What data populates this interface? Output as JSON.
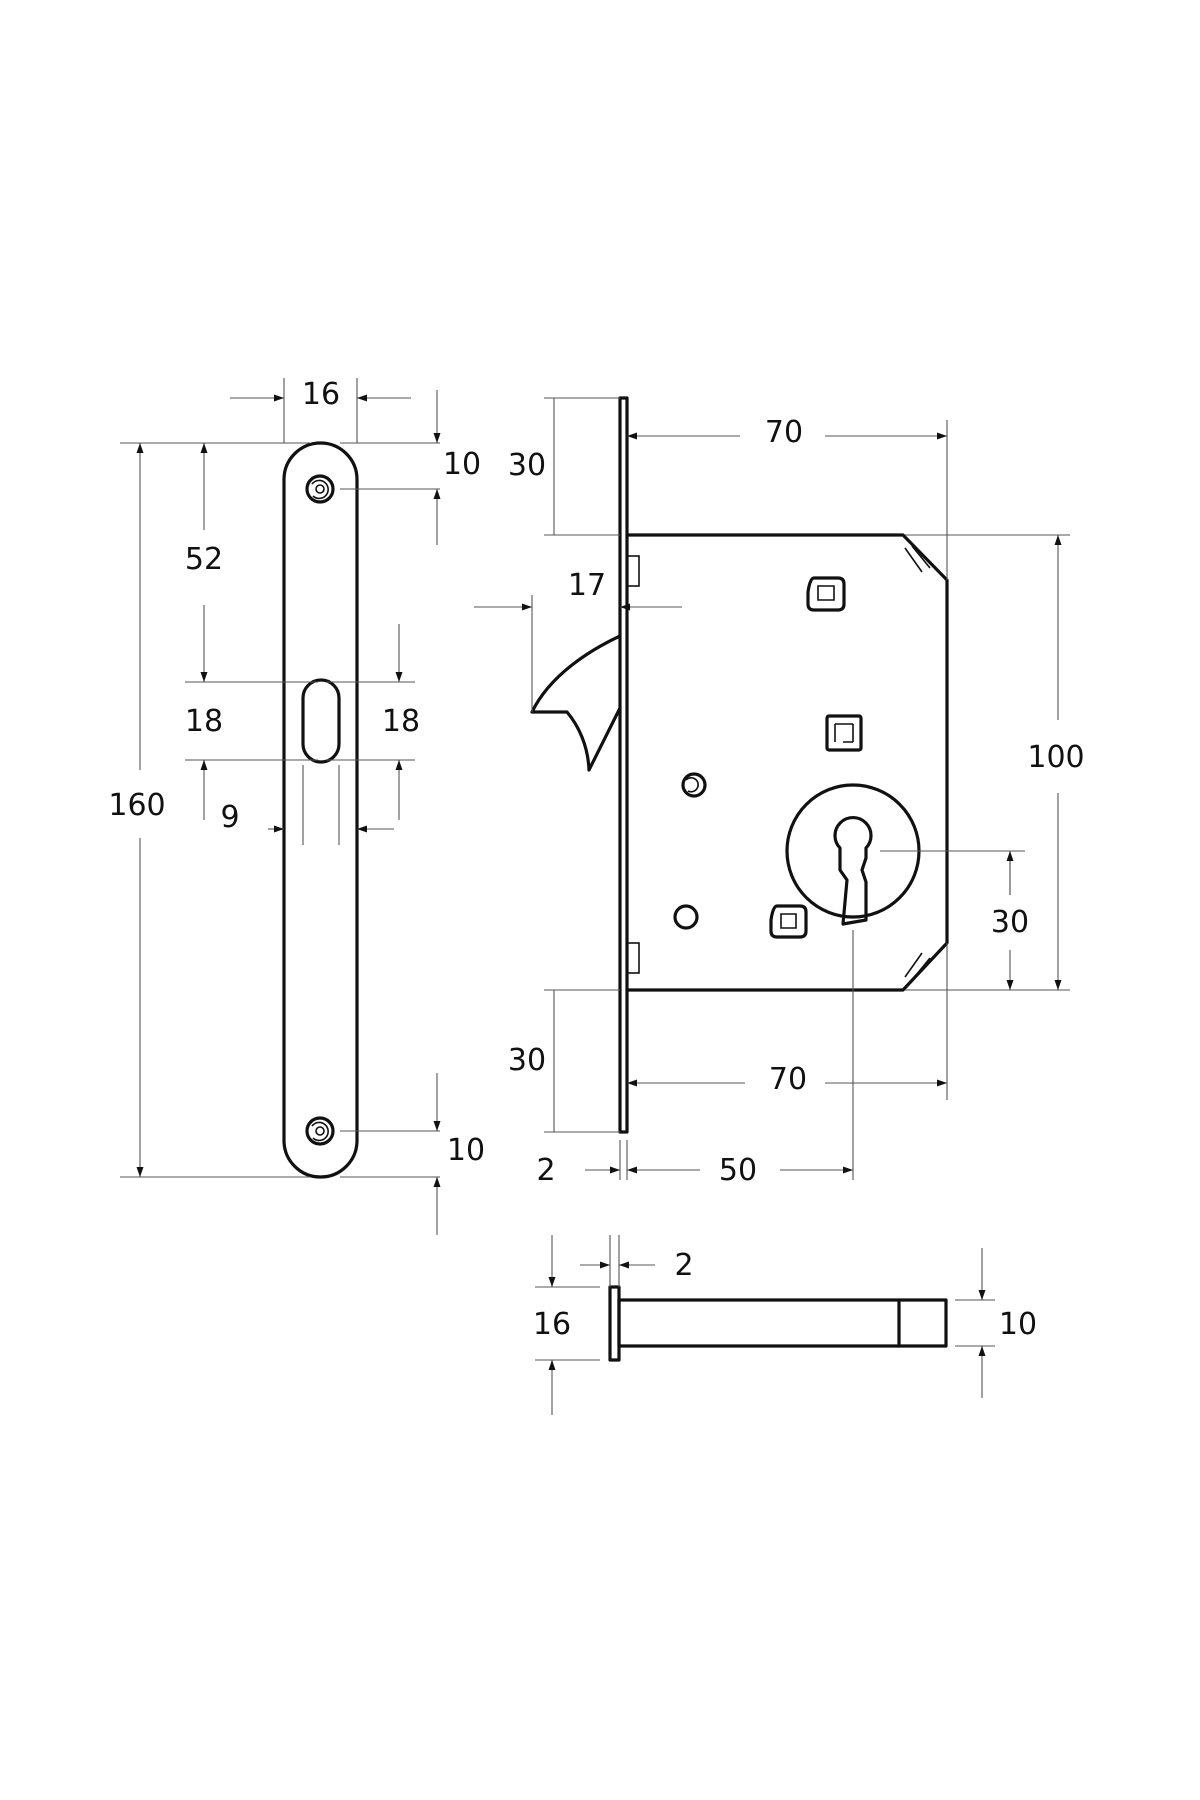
{
  "diagram": {
    "faceplate": {
      "width_label": "16",
      "top_screw_offset_label": "10",
      "screw_to_slot_label": "52",
      "slot_height_left_label": "18",
      "slot_height_right_label": "18",
      "slot_width_label": "9",
      "total_height_label": "160",
      "bottom_screw_offset_label": "10"
    },
    "lock_body": {
      "top_margin_label": "30",
      "body_width_top_label": "70",
      "hook_projection_label": "17",
      "body_height_label": "100",
      "keyhole_height_label": "30",
      "bottom_margin_label": "30",
      "body_width_bottom_label": "70",
      "plate_thickness_label": "2",
      "backset_label": "50"
    },
    "bolt_side_view": {
      "thickness_label": "2",
      "height_label": "16",
      "bar_height_label": "10"
    }
  }
}
